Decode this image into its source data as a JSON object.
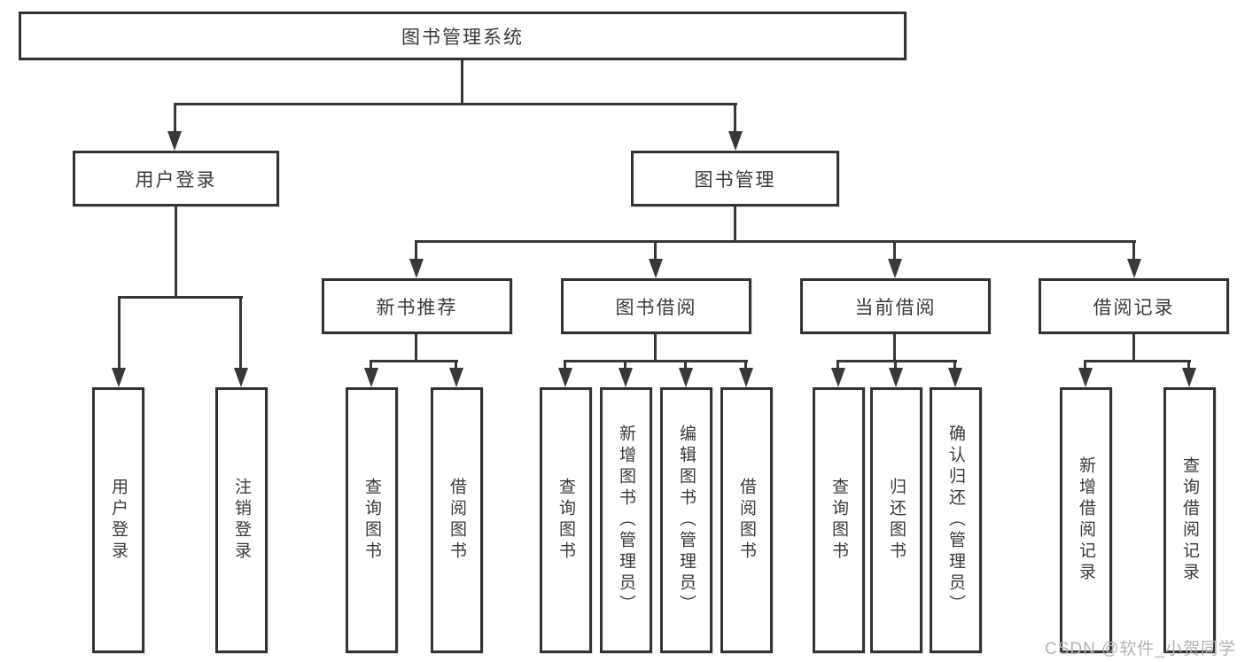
{
  "diagram": {
    "colors": {
      "background": "#ffffff",
      "line": "#383838",
      "border": "#333333",
      "text": "#3a3a3a",
      "watermark": "#b3b3b3"
    },
    "nodes": {
      "root": {
        "label": "图书管理系统"
      },
      "user_login": {
        "label": "用户登录",
        "children": [
          "用户登录",
          "注销登录"
        ]
      },
      "book_management": {
        "label": "图书管理"
      },
      "new_book_recommend": {
        "label": "新书推荐",
        "children": [
          "查询图书",
          "借阅图书"
        ]
      },
      "book_borrowing": {
        "label": "图书借阅",
        "children": [
          "查询图书",
          "新增图书（管理员）",
          "编辑图书（管理员）",
          "借阅图书"
        ]
      },
      "current_borrowing": {
        "label": "当前借阅",
        "children": [
          "查询图书",
          "归还图书",
          "确认归还（管理员）"
        ]
      },
      "borrowing_records": {
        "label": "借阅记录",
        "children": [
          "新增借阅记录",
          "查询借阅记录"
        ]
      }
    },
    "watermark": "CSDN @软件_小贺同学"
  }
}
